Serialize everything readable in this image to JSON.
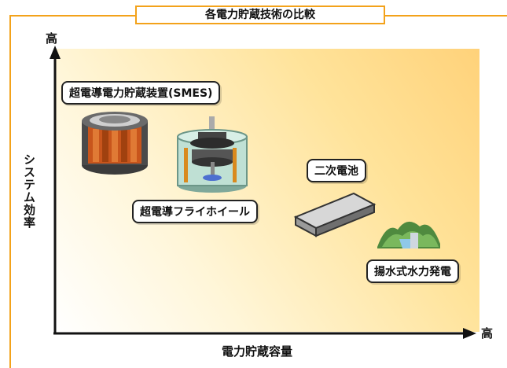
{
  "title": "各電力貯蔵技術の比較",
  "axes": {
    "y_label": "システム効率",
    "y_high": "高",
    "x_label": "電力貯蔵容量",
    "x_high": "高"
  },
  "items": {
    "smes": "超電導電力貯蔵装置(SMES)",
    "flywheel": "超電導フライホイール",
    "battery": "二次電池",
    "pumped_hydro": "揚水式水力発電"
  },
  "colors": {
    "frame": "#f3a21a",
    "axis": "#111111"
  }
}
